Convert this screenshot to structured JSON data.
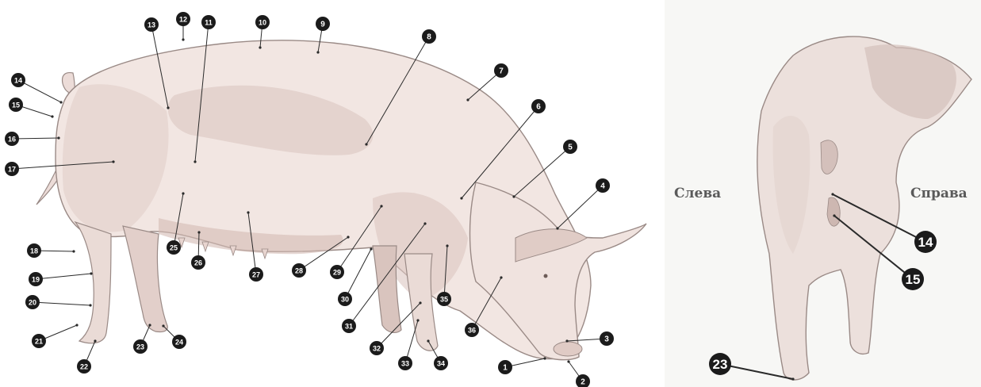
{
  "left_view": {
    "labels": [
      "1",
      "2",
      "3",
      "4",
      "5",
      "6",
      "7",
      "8",
      "9",
      "10",
      "11",
      "12",
      "13",
      "14",
      "15",
      "16",
      "17",
      "18",
      "19",
      "20",
      "21",
      "22",
      "23",
      "24",
      "25",
      "26",
      "27",
      "28",
      "29",
      "30",
      "31",
      "32",
      "33",
      "34",
      "35",
      "36"
    ]
  },
  "right_view": {
    "left_side_label": "Слева",
    "right_side_label": "Справа",
    "labels": [
      "14",
      "15",
      "23"
    ]
  },
  "colors": {
    "marker_fill": "#1b1b1b",
    "marker_text": "#ffffff",
    "leader_line": "#2a2a2a",
    "pig_body": "#f2e6e2",
    "pig_shadow": "#d8c3bd",
    "pig_outline": "#9a8a86"
  }
}
